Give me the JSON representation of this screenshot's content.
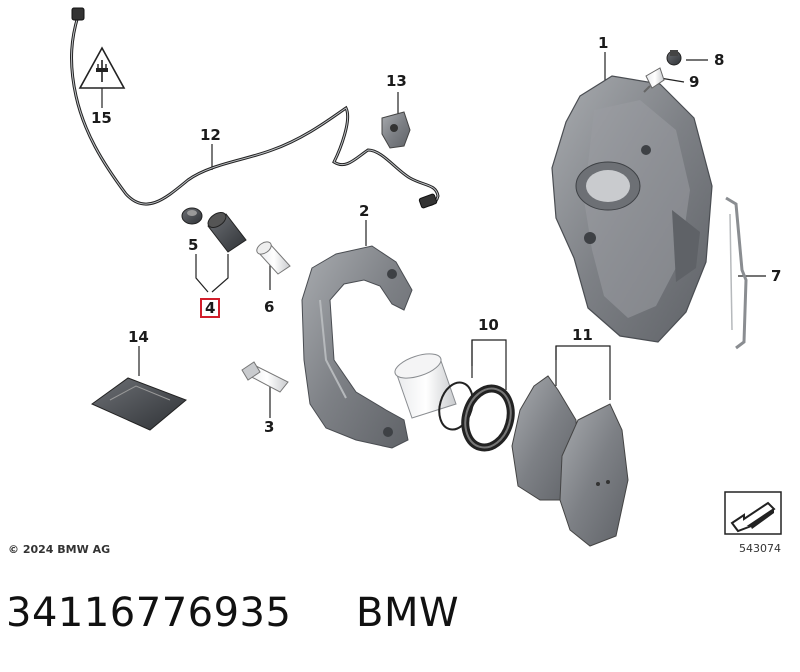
{
  "diagram": {
    "callouts": [
      {
        "id": "1",
        "label": "1"
      },
      {
        "id": "2",
        "label": "2"
      },
      {
        "id": "3",
        "label": "3"
      },
      {
        "id": "4",
        "label": "4",
        "highlighted": true
      },
      {
        "id": "5",
        "label": "5"
      },
      {
        "id": "6",
        "label": "6"
      },
      {
        "id": "7",
        "label": "7"
      },
      {
        "id": "8",
        "label": "8"
      },
      {
        "id": "9",
        "label": "9"
      },
      {
        "id": "10",
        "label": "10"
      },
      {
        "id": "11",
        "label": "11"
      },
      {
        "id": "12",
        "label": "12"
      },
      {
        "id": "13",
        "label": "13"
      },
      {
        "id": "14",
        "label": "14"
      },
      {
        "id": "15",
        "label": "15"
      }
    ],
    "copyright": "© 2024 BMW AG",
    "diagram_number": "543074",
    "highlight_color": "#d21e2b",
    "part_color": "#8a8d91"
  },
  "footer": {
    "part_number": "34116776935",
    "brand": "BMW"
  }
}
